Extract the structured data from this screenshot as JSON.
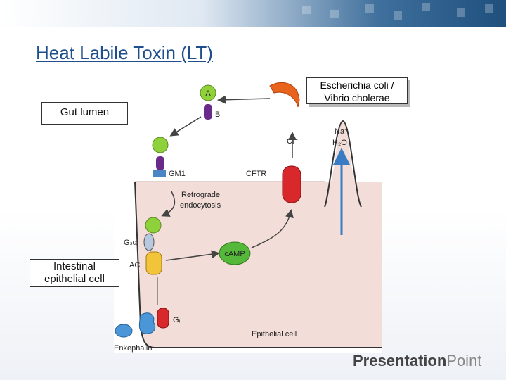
{
  "slide": {
    "title": "Heat Labile Toxin (LT)",
    "labels": {
      "gut_lumen": "Gut lumen",
      "intestinal_line1": "Intestinal",
      "intestinal_line2": "epithelial cell",
      "ecoli_line1": "Escherichia coli /",
      "ecoli_line2": "Vibrio cholerae"
    },
    "logo": {
      "bold": "Presentation",
      "thin": "Point"
    }
  },
  "diagram": {
    "subunit_a": "A",
    "subunit_b": "B",
    "gm1": "GM1",
    "cl": "Cl⁻",
    "na": "Na⁺",
    "h2o": "H₂O",
    "cftr": "CFTR",
    "retro1": "Retrograde",
    "retro2": "endocytosis",
    "gsa": "Gₛα",
    "ac": "AC",
    "camp": "cAMP",
    "gi": "Gᵢ",
    "epithelial": "Epithelial cell",
    "enkephalin": "Enkephalin"
  },
  "colors": {
    "title": "#1f4e8c",
    "cell": "#f2ddd8",
    "green": "#8fd13a",
    "purple": "#6a2a8a",
    "red": "#d8282c",
    "camp": "#56b83a",
    "blue": "#4a86c6",
    "yellow": "#f2c43a"
  }
}
